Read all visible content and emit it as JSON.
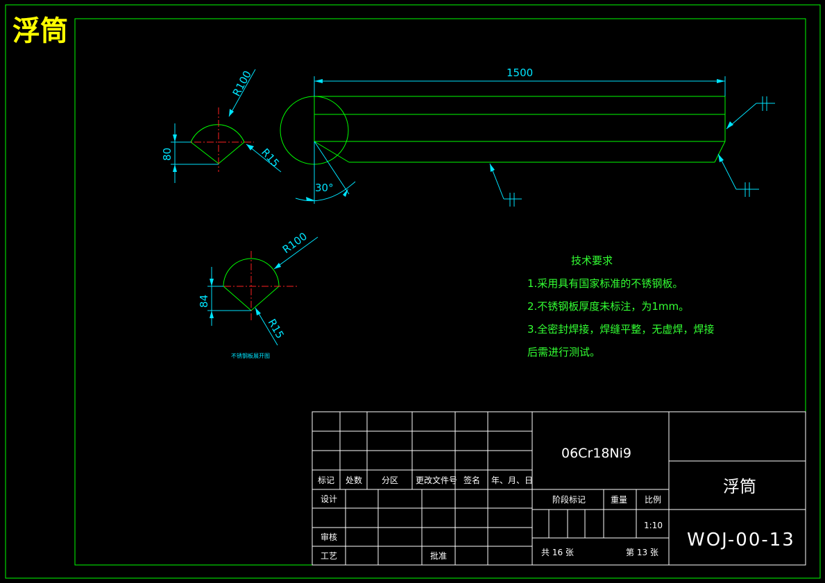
{
  "drawing_title": "浮筒",
  "dimensions": {
    "length": "1500",
    "top_view_radius": "R100",
    "top_view_height": "80",
    "top_view_fillet": "R15",
    "angle": "30°",
    "bottom_view_radius": "R100",
    "bottom_view_height": "84",
    "bottom_view_fillet": "R15"
  },
  "section_caption": "不锈钢板展开图",
  "tech_requirements": {
    "heading": "技术要求",
    "lines": [
      "1.采用具有国家标准的不锈钢板。",
      "2.不锈钢板厚度未标注，为1mm。",
      "3.全密封焊接，焊缝平整，无虚焊，焊接",
      "后需进行测试。"
    ]
  },
  "title_block": {
    "headers": [
      "标记",
      "处数",
      "分区",
      "更改文件号",
      "签名",
      "年、月、日"
    ],
    "roles": [
      "设计",
      "审核",
      "工艺",
      "批准"
    ],
    "material": "06Cr18Ni9",
    "part_name": "浮筒",
    "drawing_number": "WOJ-00-13",
    "stage_label": "阶段标记",
    "weight_label": "重量",
    "scale_label": "比例",
    "scale": "1:10",
    "total_sheets": "共 16 张",
    "sheet_number": "第 13 张"
  },
  "colors": {
    "border": "#00ff00",
    "outline": "#00ff00",
    "dimension": "#00e5ff",
    "centerline": "#ff2020",
    "title_text": "#ffff00",
    "table_lines": "#ffffff"
  }
}
